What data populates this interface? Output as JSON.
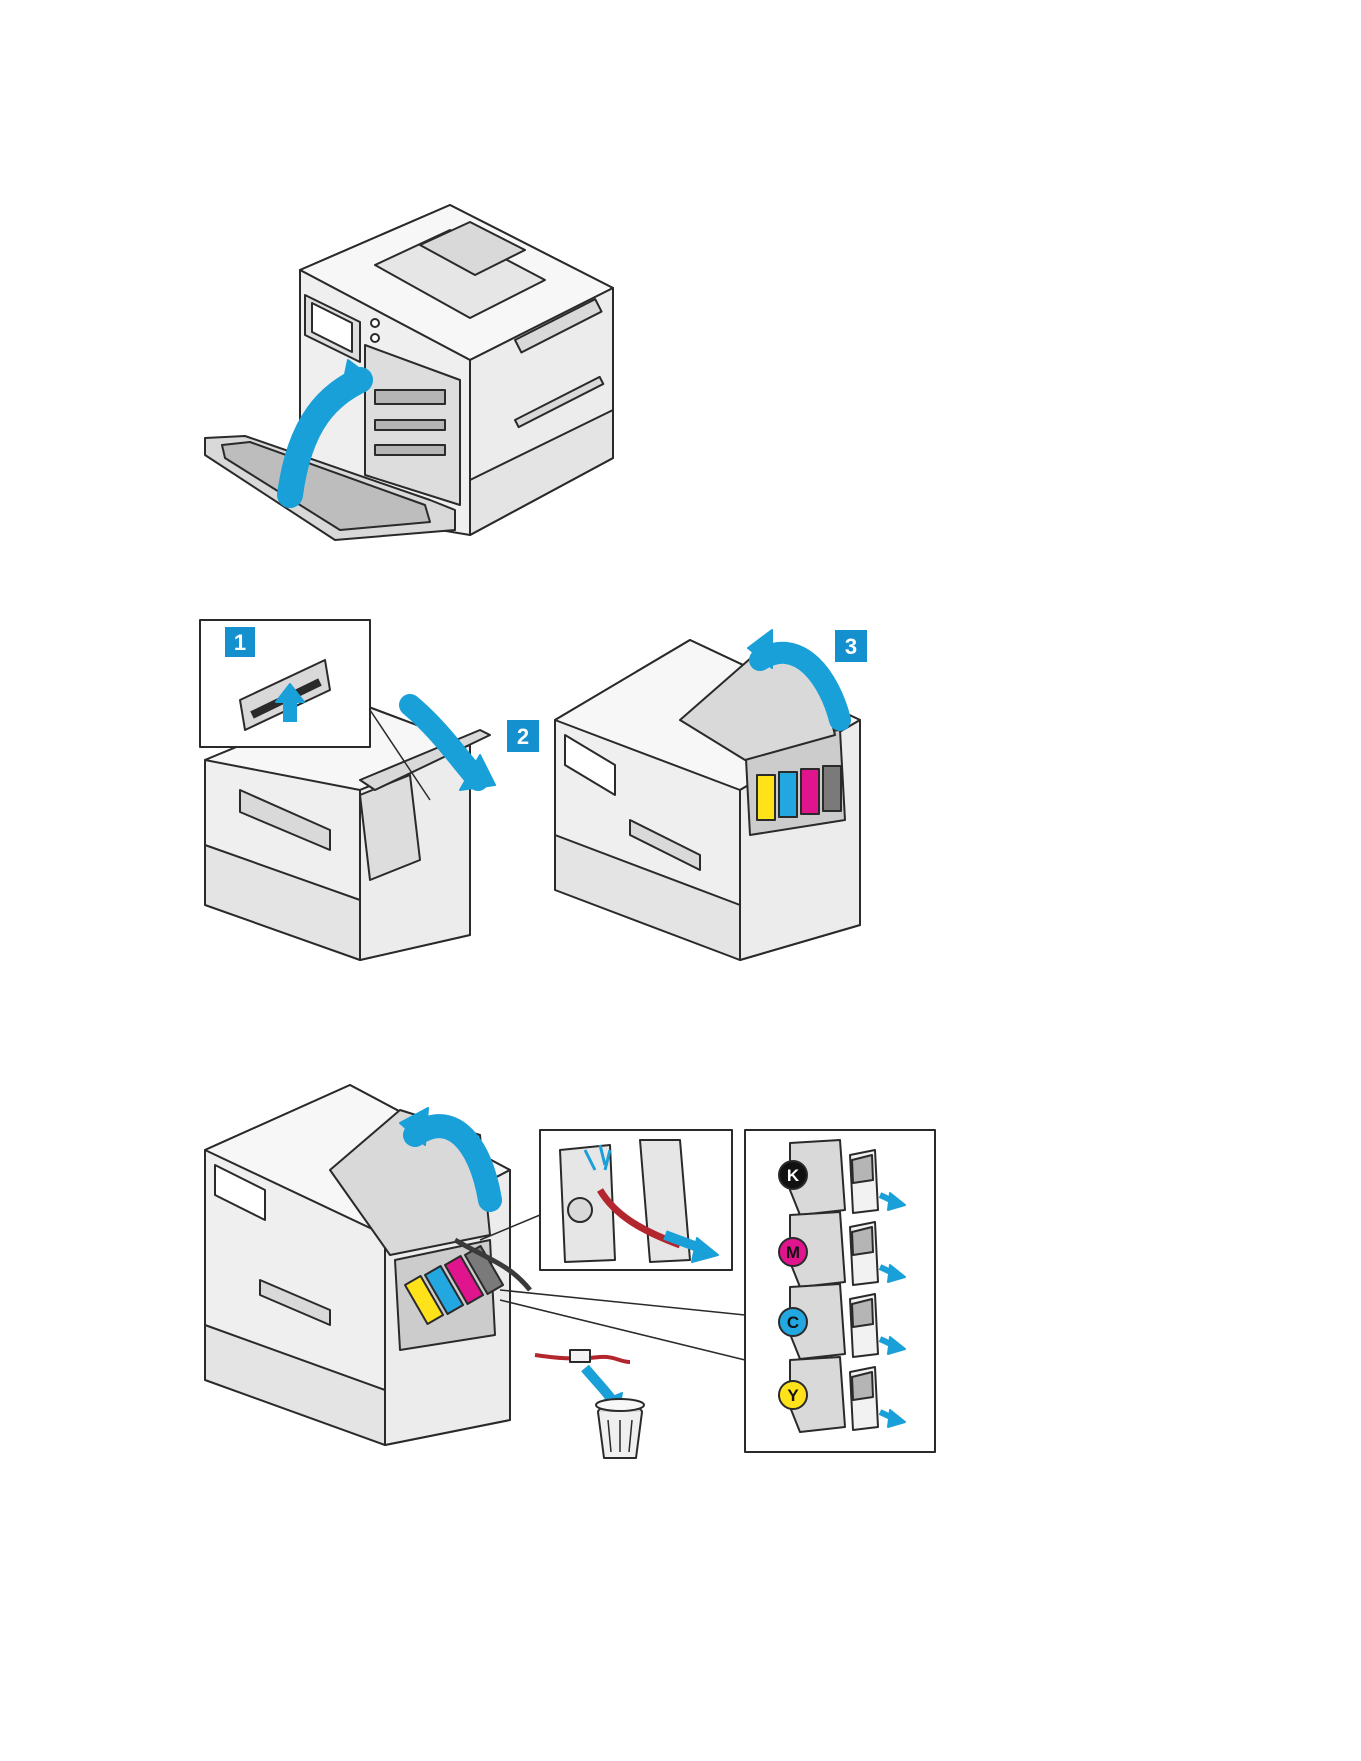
{
  "colors": {
    "arrow": "#1aa0d8",
    "badge": "#1490cf",
    "line": "#2a2a2a",
    "panel": "#f2f2f2",
    "shade": "#d9d9d9",
    "dark": "#b5b5b5",
    "toner_k": "#111111",
    "toner_m": "#e0148c",
    "toner_c": "#22a7e0",
    "toner_y": "#ffe21a",
    "wiper_red": "#b3262d"
  },
  "figure1": {
    "icon": "printer-right-door-open"
  },
  "figure2": {
    "steps": [
      {
        "label": "1"
      },
      {
        "label": "2"
      },
      {
        "label": "3"
      }
    ]
  },
  "figure3": {
    "toners": [
      {
        "label": "K"
      },
      {
        "label": "M"
      },
      {
        "label": "C"
      },
      {
        "label": "Y"
      }
    ],
    "icon_trash": "trash-can-icon"
  }
}
